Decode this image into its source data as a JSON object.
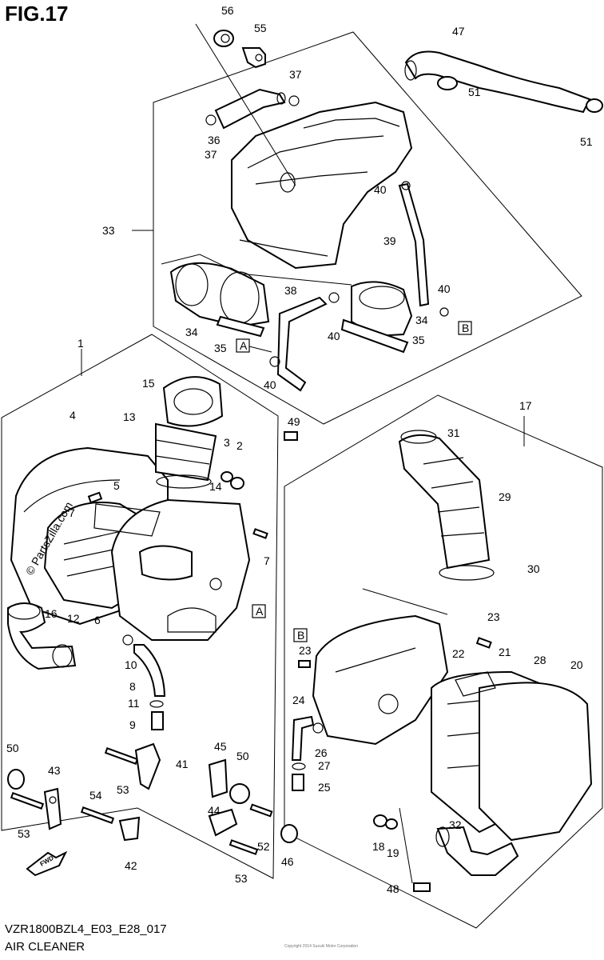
{
  "figure_title": "FIG.17",
  "footer_code": "VZR1800BZL4_E03_E28_017",
  "footer_name": "AIR CLEANER",
  "watermark": "Copyright 2014 Suzuki Motor Corporation",
  "callouts": [
    {
      "id": "c1",
      "text": "1"
    },
    {
      "id": "c2",
      "text": "2"
    },
    {
      "id": "c3",
      "text": "3"
    },
    {
      "id": "c4",
      "text": "4"
    },
    {
      "id": "c5",
      "text": "5"
    },
    {
      "id": "c6",
      "text": "6"
    },
    {
      "id": "c7a",
      "text": "7"
    },
    {
      "id": "c7b",
      "text": "7"
    },
    {
      "id": "c8",
      "text": "8"
    },
    {
      "id": "c9",
      "text": "9"
    },
    {
      "id": "c10",
      "text": "10"
    },
    {
      "id": "c11",
      "text": "11"
    },
    {
      "id": "c12",
      "text": "12"
    },
    {
      "id": "c13",
      "text": "13"
    },
    {
      "id": "c14",
      "text": "14"
    },
    {
      "id": "c15",
      "text": "15"
    },
    {
      "id": "c16",
      "text": "16"
    },
    {
      "id": "c17",
      "text": "17"
    },
    {
      "id": "c18",
      "text": "18"
    },
    {
      "id": "c19",
      "text": "19"
    },
    {
      "id": "c20",
      "text": "20"
    },
    {
      "id": "c21",
      "text": "21"
    },
    {
      "id": "c22",
      "text": "22"
    },
    {
      "id": "c23a",
      "text": "23"
    },
    {
      "id": "c23b",
      "text": "23"
    },
    {
      "id": "c24",
      "text": "24"
    },
    {
      "id": "c25",
      "text": "25"
    },
    {
      "id": "c26",
      "text": "26"
    },
    {
      "id": "c27",
      "text": "27"
    },
    {
      "id": "c28",
      "text": "28"
    },
    {
      "id": "c29",
      "text": "29"
    },
    {
      "id": "c30",
      "text": "30"
    },
    {
      "id": "c31",
      "text": "31"
    },
    {
      "id": "c32",
      "text": "32"
    },
    {
      "id": "c33",
      "text": "33"
    },
    {
      "id": "c34a",
      "text": "34"
    },
    {
      "id": "c34b",
      "text": "34"
    },
    {
      "id": "c35a",
      "text": "35"
    },
    {
      "id": "c35b",
      "text": "35"
    },
    {
      "id": "c36",
      "text": "36"
    },
    {
      "id": "c37a",
      "text": "37"
    },
    {
      "id": "c37b",
      "text": "37"
    },
    {
      "id": "c38",
      "text": "38"
    },
    {
      "id": "c39",
      "text": "39"
    },
    {
      "id": "c40a",
      "text": "40"
    },
    {
      "id": "c40b",
      "text": "40"
    },
    {
      "id": "c40c",
      "text": "40"
    },
    {
      "id": "c40d",
      "text": "40"
    },
    {
      "id": "c41",
      "text": "41"
    },
    {
      "id": "c42",
      "text": "42"
    },
    {
      "id": "c43",
      "text": "43"
    },
    {
      "id": "c44",
      "text": "44"
    },
    {
      "id": "c45",
      "text": "45"
    },
    {
      "id": "c46",
      "text": "46"
    },
    {
      "id": "c47",
      "text": "47"
    },
    {
      "id": "c48",
      "text": "48"
    },
    {
      "id": "c49",
      "text": "49"
    },
    {
      "id": "c50a",
      "text": "50"
    },
    {
      "id": "c50b",
      "text": "50"
    },
    {
      "id": "c51a",
      "text": "51"
    },
    {
      "id": "c51b",
      "text": "51"
    },
    {
      "id": "c52",
      "text": "52"
    },
    {
      "id": "c53a",
      "text": "53"
    },
    {
      "id": "c53b",
      "text": "53"
    },
    {
      "id": "c53c",
      "text": "53"
    },
    {
      "id": "c54",
      "text": "54"
    },
    {
      "id": "c55",
      "text": "55"
    },
    {
      "id": "c56",
      "text": "56"
    }
  ],
  "ref_boxes": [
    {
      "id": "rA1",
      "text": "A"
    },
    {
      "id": "rA2",
      "text": "A"
    },
    {
      "id": "rB1",
      "text": "B"
    },
    {
      "id": "rB2",
      "text": "B"
    }
  ],
  "logo_text": "© PartsZilla.com",
  "fwd_text": "FWD"
}
